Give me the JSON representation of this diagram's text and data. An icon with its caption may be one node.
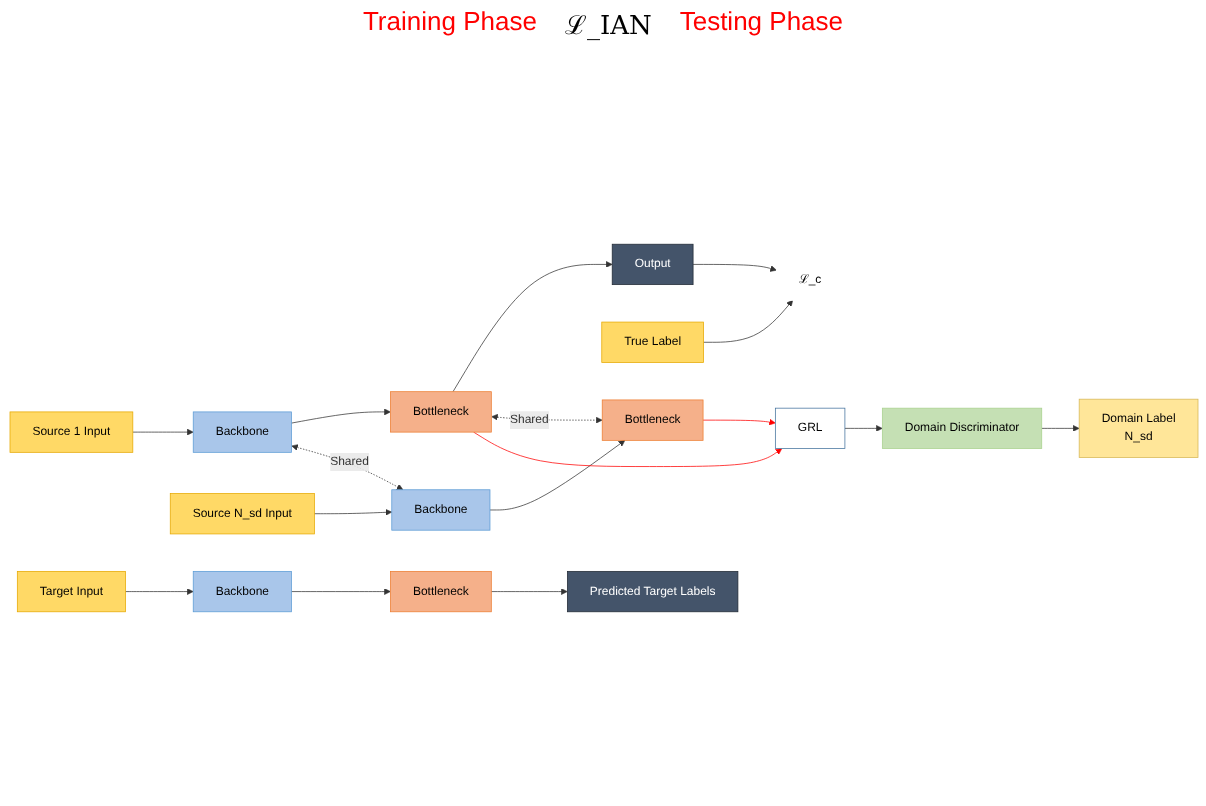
{
  "diagram": {
    "nodes": [
      {
        "text": [
          "Source 1 Input"
        ]
      },
      {
        "text": [
          "Backbone"
        ]
      },
      {
        "text": [
          "Bottleneck"
        ]
      },
      {
        "text": [
          "Output"
        ]
      },
      {
        "text": [
          "ℒ_c"
        ]
      },
      {
        "text": [
          "True Label"
        ]
      },
      {
        "text": [
          "Source N_sd Input"
        ]
      },
      {
        "text": [
          "Backbone"
        ]
      },
      {
        "text": [
          "Bottleneck"
        ]
      },
      {
        "text": [
          "GRL"
        ]
      },
      {
        "text": [
          "Domain Discriminator"
        ]
      },
      {
        "text": [
          "Domain Label",
          "N_sd"
        ]
      },
      {
        "text": [
          "Target Input"
        ]
      },
      {
        "text": [
          "Backbone"
        ]
      },
      {
        "text": [
          "Bottleneck"
        ]
      },
      {
        "text": [
          "Predicted Target Labels"
        ]
      }
    ],
    "edges": [
      {
        "from": 0,
        "to": 1,
        "arrow": "to"
      },
      {
        "from": 1,
        "to": 2,
        "arrow": "to"
      },
      {
        "from": 2,
        "to": 3,
        "arrow": "to"
      },
      {
        "from": 3,
        "to": 4,
        "arrow": "to"
      },
      {
        "from": 5,
        "to": 4,
        "arrow": "to"
      },
      {
        "from": 1,
        "to": 7,
        "arrow": "both",
        "label": "Shared",
        "style": "dashed"
      },
      {
        "from": 2,
        "to": 8,
        "arrow": "both",
        "label": "Shared",
        "style": "dashed"
      },
      {
        "from": 6,
        "to": 7,
        "arrow": "to"
      },
      {
        "from": 7,
        "to": 8,
        "arrow": "to"
      },
      {
        "from": 2,
        "to": 9,
        "arrow": "to",
        "color": "#ff0000"
      },
      {
        "from": 8,
        "to": 9,
        "arrow": "to",
        "color": "#ff0000"
      },
      {
        "from": 9,
        "to": 10,
        "arrow": "to"
      },
      {
        "from": 10,
        "to": 11,
        "arrow": "to"
      },
      {
        "from": 12,
        "to": 13,
        "arrow": "to"
      },
      {
        "from": 13,
        "to": 14,
        "arrow": "to"
      },
      {
        "from": 14,
        "to": 15,
        "arrow": "to"
      }
    ],
    "labels": [
      "Training Phase",
      "ℒ_IAN",
      "Testing Phase"
    ]
  }
}
